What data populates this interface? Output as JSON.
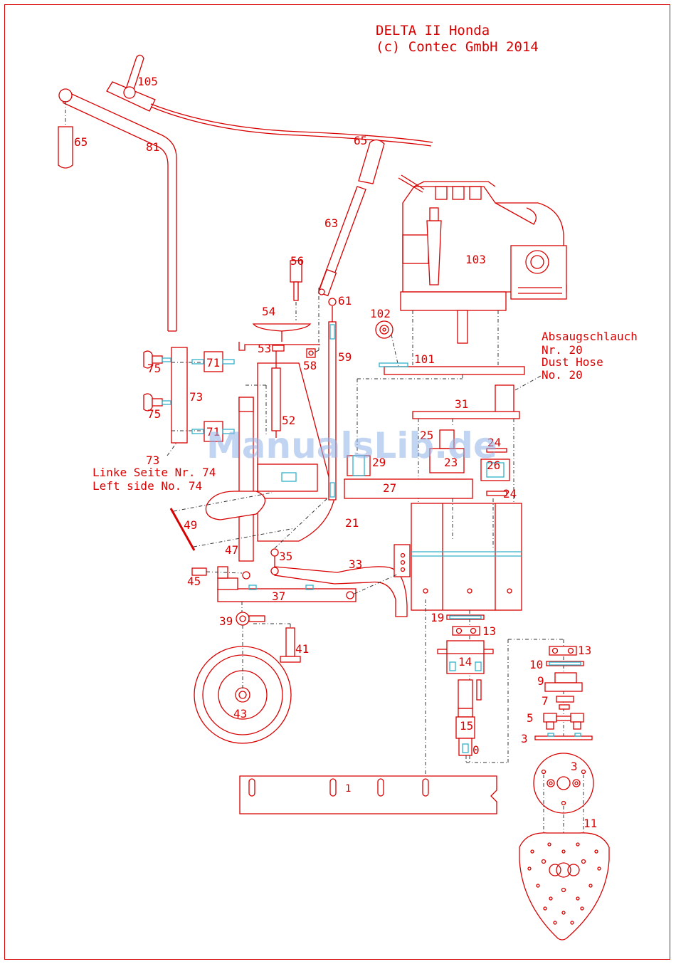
{
  "title": {
    "line1": "DELTA II Honda",
    "line2": "(c) Contec GmbH 2014"
  },
  "notes": {
    "left_side_de": "Linke Seite Nr. 74",
    "left_side_en": "Left side No. 74",
    "hose_de_1": "Absaugschlauch",
    "hose_de_2": "Nr. 20",
    "hose_en_1": "Dust Hose",
    "hose_en_2": "No. 20"
  },
  "watermark": "ManualsLib.de",
  "colors": {
    "line": "#d80000",
    "accent": "#30b0c8",
    "leader": "#333333"
  },
  "parts": {
    "p105": "105",
    "p65a": "65",
    "p81": "81",
    "p65b": "65",
    "p63": "63",
    "p103": "103",
    "p56": "56",
    "p61": "61",
    "p54": "54",
    "p102": "102",
    "p53": "53",
    "p58": "58",
    "p59": "59",
    "p101": "101",
    "p75a": "75",
    "p71a": "71",
    "p73a": "73",
    "p75b": "75",
    "p52": "52",
    "p31": "31",
    "p71b": "71",
    "p25": "25",
    "p24a": "24",
    "p73b": "73",
    "p29": "29",
    "p23": "23",
    "p26": "26",
    "p27": "27",
    "p24b": "24",
    "p49": "49",
    "p21": "21",
    "p47": "47",
    "p35": "35",
    "p33": "33",
    "p45": "45",
    "p37": "37",
    "p19": "19",
    "p13a": "13",
    "p39": "39",
    "p13b": "13",
    "p41": "41",
    "p14": "14",
    "p10": "10",
    "p9": "9",
    "p7": "7",
    "p5": "5",
    "p43": "43",
    "p15": "15",
    "p3a": "3",
    "p0": "0",
    "p3b": "3",
    "p1": "1",
    "p11": "11"
  }
}
